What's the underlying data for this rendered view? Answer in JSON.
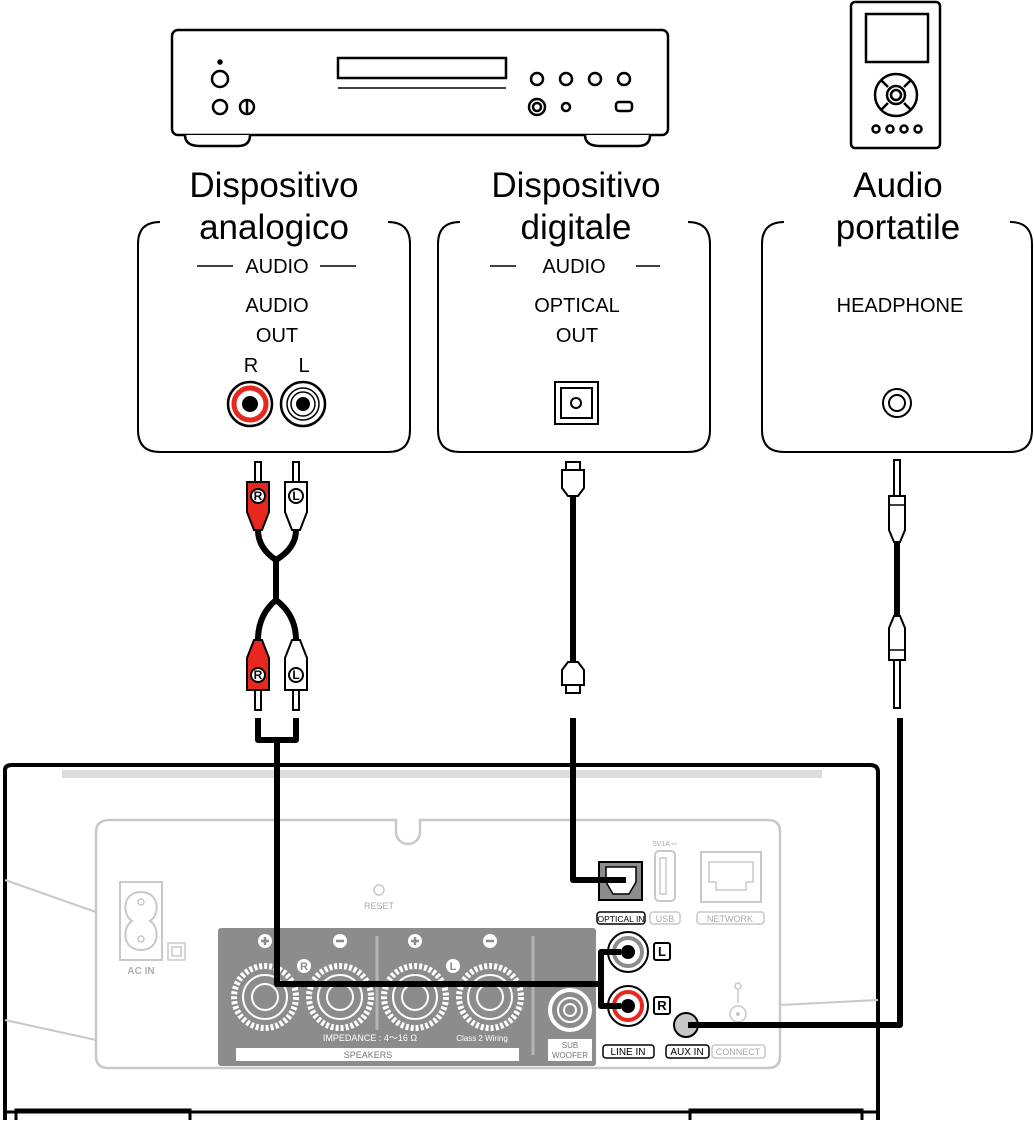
{
  "devices": {
    "analog": {
      "title_line1": "Dispositivo",
      "title_line2": "analogico",
      "section": "AUDIO",
      "port_line1": "AUDIO",
      "port_line2": "OUT",
      "right": "R",
      "left": "L"
    },
    "digital": {
      "title_line1": "Dispositivo",
      "title_line2": "digitale",
      "section": "AUDIO",
      "port_line1": "OPTICAL",
      "port_line2": "OUT"
    },
    "portable": {
      "title_line1": "Audio",
      "title_line2": "portatile",
      "port": "HEADPHONE"
    }
  },
  "plugs": {
    "right": "R",
    "left": "L"
  },
  "receiver": {
    "reset": "RESET",
    "ac_in": "AC IN",
    "impedance": "IMPEDANCE : 4～16 Ω",
    "class2": "Class 2 Wiring",
    "speakers": "SPEAKERS",
    "sub_line1": "SUB",
    "sub_line2": "WOOFER",
    "usb_rating": "5V1A ⎓",
    "optical_in": "OPTICAL IN",
    "usb": "USB",
    "network": "NETWORK",
    "line_in": "LINE IN",
    "aux_in": "AUX IN",
    "connect": "CONNECT",
    "line_l": "L",
    "line_r": "R"
  },
  "colors": {
    "red": "#e8281e",
    "gray_panel": "#8c8c8c",
    "light_gray": "#c8c8c8"
  }
}
